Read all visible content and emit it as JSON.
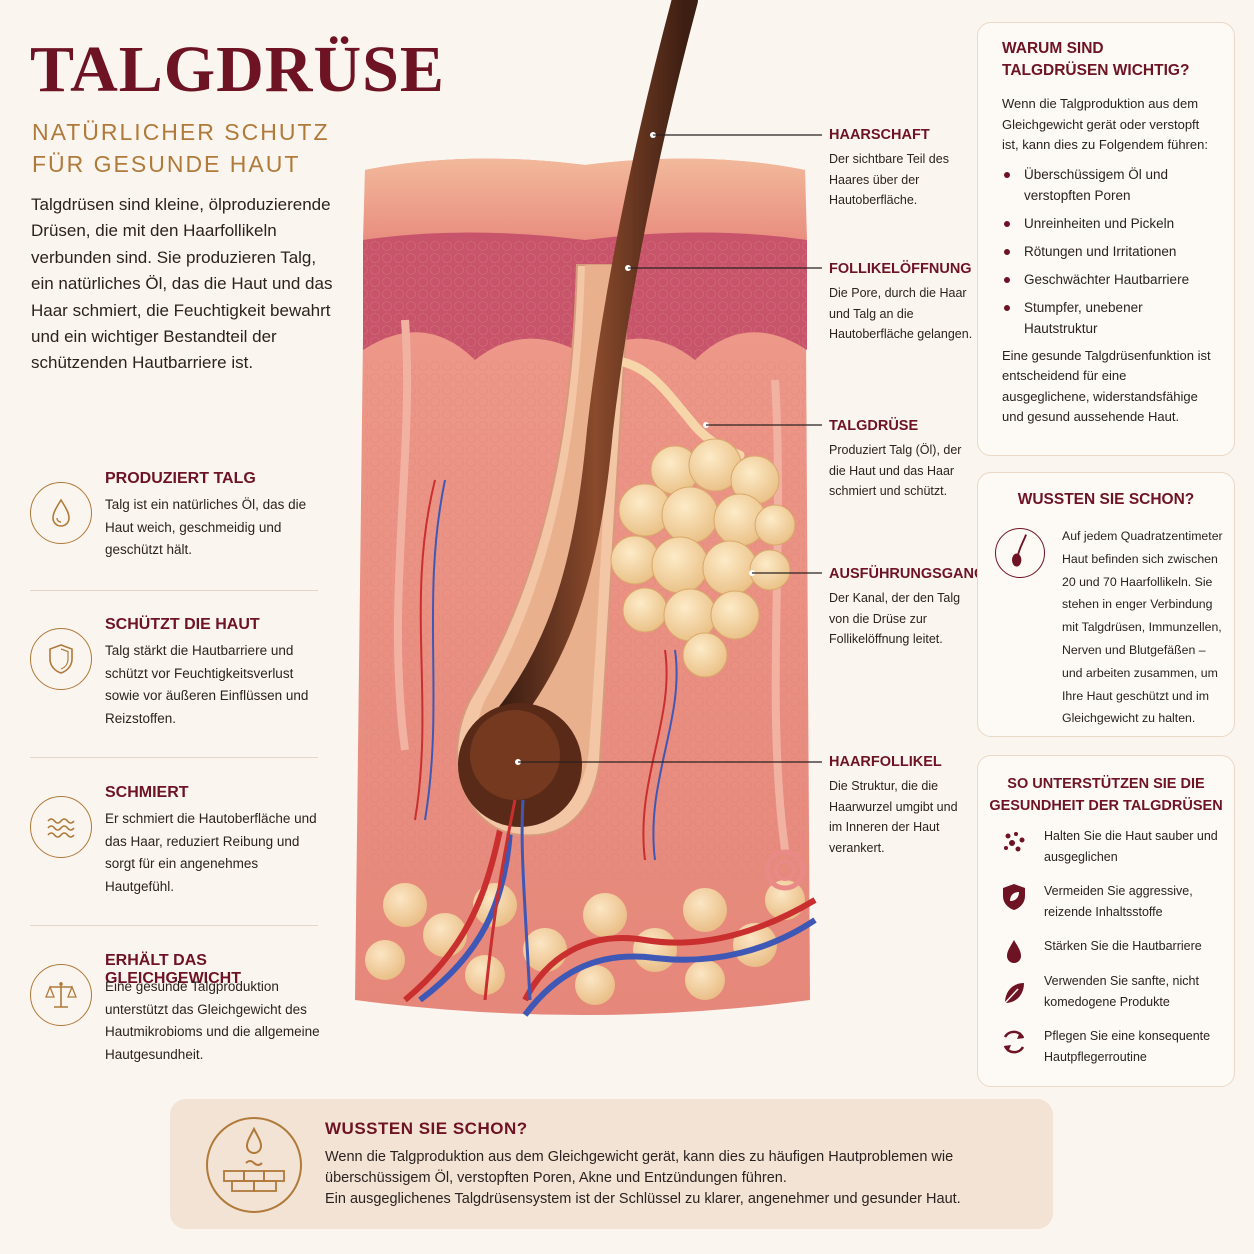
{
  "header": {
    "title": "TALGDRÜSE",
    "subtitle": "NATÜRLICHER SCHUTZ FÜR GESUNDE HAUT",
    "intro": "Talgdrüsen sind kleine, ölproduzierende Drüsen, die mit den Haarfollikeln verbunden sind. Sie produzieren Talg, ein natürliches Öl, das die Haut und das Haar schmiert, die Feuchtigkeit bewahrt und ein wichtiger Bestandteil der schützenden Hautbarriere ist."
  },
  "features": [
    {
      "title": "PRODUZIERT TALG",
      "text": "Talg ist ein natürliches Öl, das die Haut weich, geschmeidig und geschützt hält.",
      "icon": "oil-drop-icon"
    },
    {
      "title": "SCHÜTZT DIE HAUT",
      "text": "Talg stärkt die Hautbarriere und schützt vor Feuchtigkeitsverlust sowie vor äußeren Einflüssen und Reizstoffen.",
      "icon": "shield-icon"
    },
    {
      "title": "SCHMIERT",
      "text": "Er schmiert die Hautoberfläche und das Haar, reduziert Reibung und sorgt für ein angenehmes Hautgefühl.",
      "icon": "waves-icon"
    },
    {
      "title": "ERHÄLT DAS GLEICHGEWICHT",
      "text": "Eine gesunde Talgproduktion unterstützt das Gleichgewicht des Hautmikrobioms und die allgemeine Hautgesundheit.",
      "icon": "balance-scale-icon"
    }
  ],
  "callouts": [
    {
      "title": "HAARSCHAFT",
      "text": "Der sichtbare Teil des Haares über der Hautoberfläche."
    },
    {
      "title": "FOLLIKELÖFFNUNG",
      "text": "Die Pore, durch die Haar und Talg an die Hautoberfläche gelangen."
    },
    {
      "title": "TALGDRÜSE",
      "text": "Produziert Talg (Öl), der die Haut und das Haar schmiert und schützt."
    },
    {
      "title": "AUSFÜHRUNGSGANG",
      "text": "Der Kanal, der den Talg von die Drüse zur Follikelöffnung leitet."
    },
    {
      "title": "HAARFOLLIKEL",
      "text": "Die Struktur, die die Haarwurzel umgibt und im Inneren der Haut verankert."
    }
  ],
  "why": {
    "title": "WARUM SIND TALGDRÜSEN WICHTIG?",
    "intro": "Wenn die Talgproduktion aus dem Gleichgewicht gerät oder verstopft ist, kann dies zu Folgendem führen:",
    "items": [
      "Überschüssigem Öl und verstopften Poren",
      "Unreinheiten und Pickeln",
      "Rötungen und Irritationen",
      "Geschwächter Hautbarriere",
      "Stumpfer, unebener Hautstruktur"
    ],
    "outro": "Eine gesunde Talgdrüsenfunktion ist entscheidend für eine ausgeglichene, widerstandsfähige und gesund aussehende Haut."
  },
  "didyouknow": {
    "title": "WUSSTEN SIE SCHON?",
    "text": "Auf jedem Quadratzentimeter Haut befinden sich zwischen 20 und 70 Haarfollikeln. Sie stehen in enger Verbindung mit Talgdrüsen, Immunzellen, Nerven und Blutgefäßen – und arbeiten zusammen, um Ihre Haut geschützt und im Gleichgewicht zu halten.",
    "icon": "hair-follicle-icon"
  },
  "support": {
    "title": "SO UNTERSTÜTZEN SIE DIE GESUNDHEIT DER TALGDRÜSEN",
    "tips": [
      {
        "text": "Halten Sie die Haut sauber und ausgeglichen",
        "icon": "dots-icon"
      },
      {
        "text": "Vermeiden Sie aggressive, reizende Inhaltsstoffe",
        "icon": "shield-leaf-icon"
      },
      {
        "text": "Stärken Sie die Hautbarriere",
        "icon": "drop-icon"
      },
      {
        "text": "Verwenden Sie sanfte, nicht komedogene Produkte",
        "icon": "leaf-icon"
      },
      {
        "text": "Pflegen Sie eine konsequente Hautpflegerroutine",
        "icon": "refresh-icon"
      }
    ]
  },
  "bottom": {
    "title": "WUSSTEN SIE SCHON?",
    "line1": "Wenn die Talgproduktion aus dem Gleichgewicht gerät, kann dies zu häufigen Hautproblemen wie überschüssigem Öl, verstopften Poren, Akne und Entzündungen führen.",
    "line2": "Ein ausgeglichenes Talgdrüsensystem ist der Schlüssel zu klarer, angenehmer und gesunder Haut.",
    "icon": "drop-barrier-icon"
  },
  "colors": {
    "accent": "#6e1324",
    "gold": "#b07a3a",
    "background": "#fbf5ef"
  }
}
